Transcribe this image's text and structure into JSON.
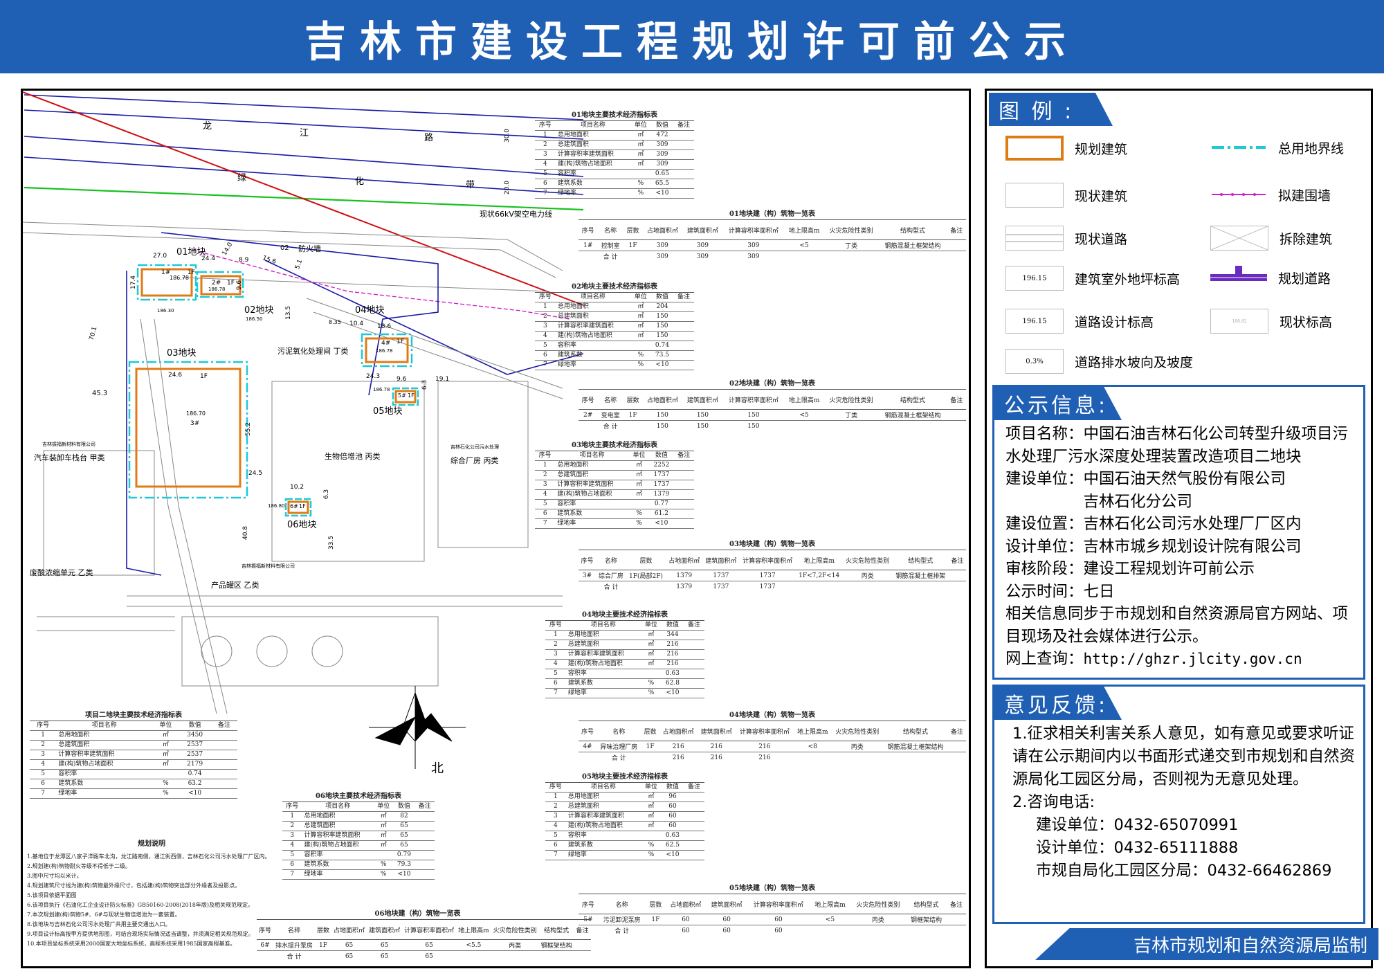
{
  "title": "吉林市建设工程规划许可前公示",
  "map": {
    "road_label": [
      "龙",
      "江",
      "路"
    ],
    "road_width": "30.0",
    "green_label": [
      "绿",
      "化",
      "带"
    ],
    "green_width": "20.0",
    "powerline_label": "现状66kV架空电力线",
    "firewall_label": "防火墙",
    "plots": [
      {
        "label": "01地块",
        "num": "1#",
        "floors": "1F",
        "elev": "186.78"
      },
      {
        "label": "02地块",
        "num": "2#",
        "floors": "1F",
        "elev": "186.78"
      },
      {
        "label": "03地块",
        "num": "3#",
        "floors": "1F",
        "elev": "186.70"
      },
      {
        "label": "04地块",
        "num": "4#",
        "floors": "1F",
        "elev": "186.78"
      },
      {
        "label": "05地块",
        "num": "5#",
        "floors": "1F",
        "elev": "186.78"
      },
      {
        "label": "06地块",
        "num": "6#",
        "floors": "1F",
        "elev": "186.80"
      }
    ],
    "dims": {
      "d27": "27.0",
      "d24_4": "24.4",
      "d17_4": "17.4",
      "d14_0": "14.0",
      "d8_9": "8.9",
      "d9_6a": "9.6",
      "d02": "02",
      "d15_6": "15.6",
      "d5_1": "5.1",
      "d13_5": "13.5",
      "d8_35": "8.35",
      "d10_4": "10.4",
      "d18_6": "18.6",
      "d24_3": "24.3",
      "d9_6b": "9.6",
      "d19_1": "19.1",
      "d6_3a": "6.3",
      "d45_3": "45.3",
      "d24_6": "24.6",
      "d55_2": "55.2",
      "d24_5": "24.5",
      "d70_1": "70.1",
      "d10_2": "10.2",
      "d6_3b": "6.3",
      "d40_8": "40.8",
      "d33_5": "33.5",
      "e186_30": "186.30",
      "e186_50": "186.50"
    },
    "buildings": {
      "sludge": "污泥氧化处理间  丁类",
      "bio": "生物倍增池  丙类",
      "unload": "汽车装卸车栈台  甲类",
      "company1": "吉林振福新材料有限公司",
      "factory": "综合厂房  丙类",
      "factory_owner": "吉林石化公司污水处理",
      "waste": "废酸浓缩单元  乙类",
      "tank": "产品罐区  乙类",
      "company2": "吉林振福新材料有限公司"
    },
    "north": "北"
  },
  "summary_table": {
    "title": "项目二地块主要技术经济指标表",
    "headers": [
      "序号",
      "项目名称",
      "单位",
      "数值",
      "备注"
    ],
    "rows": [
      [
        "1",
        "总用地面积",
        "㎡",
        "3450",
        ""
      ],
      [
        "2",
        "总建筑面积",
        "㎡",
        "2537",
        ""
      ],
      [
        "3",
        "计算容积率建筑面积",
        "㎡",
        "2537",
        ""
      ],
      [
        "4",
        "建(构)筑物占地面积",
        "㎡",
        "2179",
        ""
      ],
      [
        "5",
        "容积率",
        "",
        "0.74",
        ""
      ],
      [
        "6",
        "建筑系数",
        "%",
        "63.2",
        ""
      ],
      [
        "7",
        "绿地率",
        "%",
        "<10",
        ""
      ]
    ]
  },
  "notes": {
    "title": "规划说明",
    "lines": [
      "1.基地位于龙潭区八家子洋殿车北沟，龙江路南侧，通江街西侧，吉林石化公司污水处理厂厂区内。",
      "2.规划建(构)筑物耐火等级不得低于二级。",
      "3.图中尺寸均以米计。",
      "4.规划建筑尺寸线为建(构)筑物最外缘尺寸，包括建(构)筑物突出部分外缘者及投影点。",
      "5.该项目依据平面图",
      "6.该项目执行《石油化工企业设计防火标准》GB50160-2008(2018年版)及相关规范规定。",
      "7.本次规划建(构)筑物5#、6#与现状生物倍增池为一套装置。",
      "8.该地块与吉林石化公司污水处理厂共用主要交通出入口。",
      "9.项目设计标高按甲方提供地形图，可结合现场实际情况适当调整，并须满足相关规范规定。",
      "10.本项目坐标系统采用2000国家大地坐标系统，高程系统采用1985国家高程基准。"
    ]
  },
  "tech_tables": [
    {
      "title": "01地块主要技术经济指标表",
      "vals": [
        "472",
        "309",
        "309",
        "309",
        "0.65",
        "65.5",
        "<10"
      ]
    },
    {
      "title": "02地块主要技术经济指标表",
      "vals": [
        "204",
        "150",
        "150",
        "150",
        "0.74",
        "73.5",
        "<10"
      ]
    },
    {
      "title": "03地块主要技术经济指标表",
      "vals": [
        "2252",
        "1737",
        "1737",
        "1379",
        "0.77",
        "61.2",
        "<10"
      ]
    },
    {
      "title": "04地块主要技术经济指标表",
      "vals": [
        "344",
        "216",
        "216",
        "216",
        "0.63",
        "62.8",
        "<10"
      ]
    },
    {
      "title": "05地块主要技术经济指标表",
      "vals": [
        "96",
        "60",
        "60",
        "60",
        "0.63",
        "62.5",
        "<10"
      ]
    },
    {
      "title": "06地块主要技术经济指标表",
      "vals": [
        "82",
        "65",
        "65",
        "65",
        "0.79",
        "79.3",
        "<10"
      ]
    }
  ],
  "tech_labels": [
    "总用地面积",
    "总建筑面积",
    "计算容积率建筑面积",
    "建(构)筑物占地面积",
    "容积率",
    "建筑系数",
    "绿地率"
  ],
  "tech_units": [
    "㎡",
    "㎡",
    "㎡",
    "㎡",
    "",
    "%",
    "%"
  ],
  "tech_headers": [
    "序号",
    "项目名称",
    "单位",
    "数值",
    "备注"
  ],
  "bldg_headers": [
    "序号",
    "名称",
    "层数",
    "占地面积㎡",
    "建筑面积㎡",
    "计算容积率面积㎡",
    "地上限高m",
    "火灾危险性类别",
    "结构型式",
    "备注"
  ],
  "bldg_tables": [
    {
      "title": "01地块建（构）筑物一览表",
      "row": [
        "1#",
        "控制室",
        "1F",
        "309",
        "309",
        "309",
        "<5",
        "丁类",
        "钢筋混凝土框架结构",
        ""
      ],
      "total": [
        "合 计",
        "309",
        "309",
        "309"
      ]
    },
    {
      "title": "02地块建（构）筑物一览表",
      "row": [
        "2#",
        "变电室",
        "1F",
        "150",
        "150",
        "150",
        "<5",
        "丁类",
        "钢筋混凝土框架结构",
        ""
      ],
      "total": [
        "合 计",
        "150",
        "150",
        "150"
      ]
    },
    {
      "title": "03地块建（构）筑物一览表",
      "row": [
        "3#",
        "综合厂房",
        "1F(局部2F)",
        "1379",
        "1737",
        "1737",
        "1F<7,2F<14",
        "丙类",
        "钢筋混凝土框排架",
        ""
      ],
      "total": [
        "合 计",
        "1379",
        "1737",
        "1737"
      ]
    },
    {
      "title": "04地块建（构）筑物一览表",
      "row": [
        "4#",
        "异味治理厂房",
        "1F",
        "216",
        "216",
        "216",
        "<8",
        "丙类",
        "钢筋混凝土框架结构",
        ""
      ],
      "total": [
        "合 计",
        "216",
        "216",
        "216"
      ]
    },
    {
      "title": "05地块建（构）筑物一览表",
      "row": [
        "5#",
        "污泥卸泥泵房",
        "1F",
        "60",
        "60",
        "60",
        "<5",
        "丙类",
        "钢框架结构",
        ""
      ],
      "total": [
        "合 计",
        "60",
        "60",
        "60"
      ]
    },
    {
      "title": "06地块建（构）筑物一览表",
      "row": [
        "6#",
        "排水提升泵房",
        "1F",
        "65",
        "65",
        "65",
        "<5.5",
        "丙类",
        "钢框架结构",
        ""
      ],
      "total": [
        "合 计",
        "65",
        "65",
        "65"
      ]
    }
  ],
  "legend": {
    "title": "图 例 :",
    "items": [
      {
        "label": "规划建筑"
      },
      {
        "label": "总用地界线"
      },
      {
        "label": "现状建筑"
      },
      {
        "label": "拟建围墙"
      },
      {
        "label": "现状道路"
      },
      {
        "label": "拆除建筑"
      },
      {
        "label": "建筑室外地坪标高",
        "sym": "196.15"
      },
      {
        "label": "规划道路"
      },
      {
        "label": "道路设计标高",
        "sym": "196.15"
      },
      {
        "label": "现状标高",
        "sym": "188.82"
      },
      {
        "label": "道路排水坡向及坡度",
        "sym": "0.3%"
      }
    ]
  },
  "info": {
    "title": "公示信息:",
    "name_lbl": "项目名称：",
    "name_val": "中国石油吉林石化公司转型升级项目污水处理厂污水深度处理装置改造项目二地块",
    "builder_lbl": "建设单位：",
    "builder_val1": "中国石油天然气股份有限公司",
    "builder_val2": "吉林石化分公司",
    "loc_lbl": "建设位置：",
    "loc_val": "吉林石化公司污水处理厂厂区内",
    "design_lbl": "设计单位：",
    "design_val": "吉林市城乡规划设计院有限公司",
    "stage_lbl": "审核阶段：",
    "stage_val": "建设工程规划许可前公示",
    "time_lbl": "公示时间：",
    "time_val": "七日",
    "sync": "相关信息同步于市规划和自然资源局官方网站、项目现场及社会媒体进行公示。",
    "query_lbl": "网上查询：",
    "query_val": "http://ghzr.jlcity.gov.cn"
  },
  "feedback": {
    "title": "意见反馈:",
    "item1": "1.征求相关利害关系人意见，如有意见或要求听证请在公示期间内以书面形式递交到市规划和自然资源局化工园区分局，否则视为无意见处理。",
    "item2": "2.咨询电话:",
    "p1": "建设单位：0432-65070991",
    "p2": "设计单位：0432-65111888",
    "p3": "市规自局化工园区分局：0432-66462869"
  },
  "footer": "吉林市规划和自然资源局监制",
  "colors": {
    "accent": "#1f5fb4",
    "planned": "#e07b14",
    "boundary": "#1ec8d8",
    "wall": "#d020c8"
  }
}
